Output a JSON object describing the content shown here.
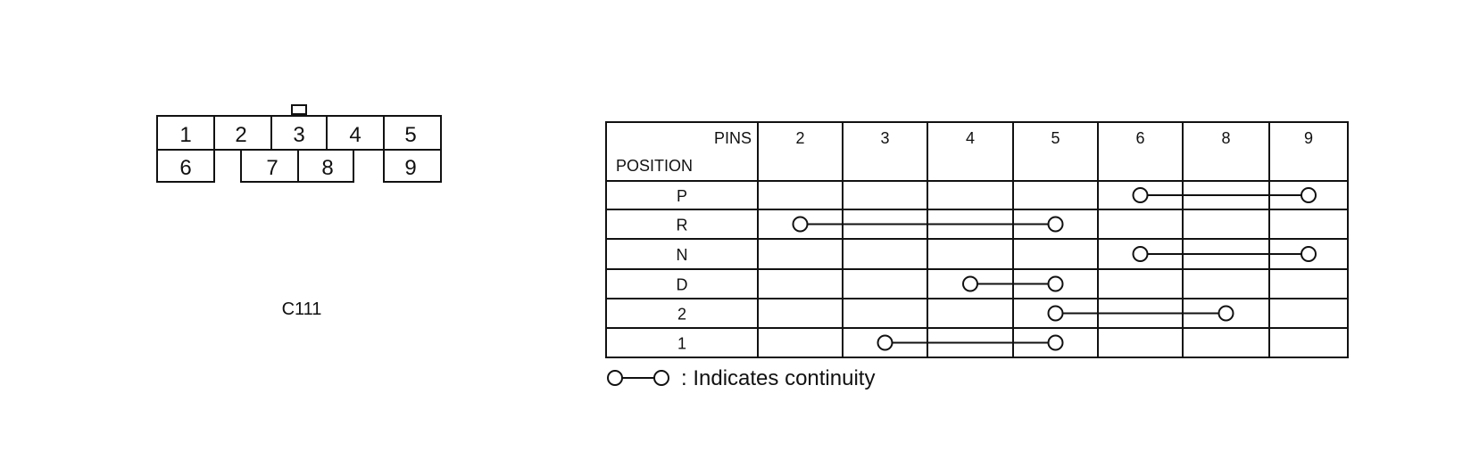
{
  "connector": {
    "label": "C111",
    "top_row": [
      "1",
      "2",
      "3",
      "4",
      "5"
    ],
    "bottom_row": [
      "6",
      "7",
      "8",
      "9"
    ]
  },
  "table": {
    "pins_header": "PINS",
    "position_header": "POSITION",
    "pins": [
      "2",
      "3",
      "4",
      "5",
      "6",
      "8",
      "9"
    ],
    "rows": [
      {
        "position": "P",
        "continuity": [
          "6",
          "9"
        ]
      },
      {
        "position": "R",
        "continuity": [
          "2",
          "5"
        ]
      },
      {
        "position": "N",
        "continuity": [
          "6",
          "9"
        ]
      },
      {
        "position": "D",
        "continuity": [
          "4",
          "5"
        ]
      },
      {
        "position": "2",
        "continuity": [
          "5",
          "8"
        ]
      },
      {
        "position": "1",
        "continuity": [
          "3",
          "5"
        ]
      }
    ]
  },
  "legend": {
    "text": ": Indicates continuity"
  }
}
